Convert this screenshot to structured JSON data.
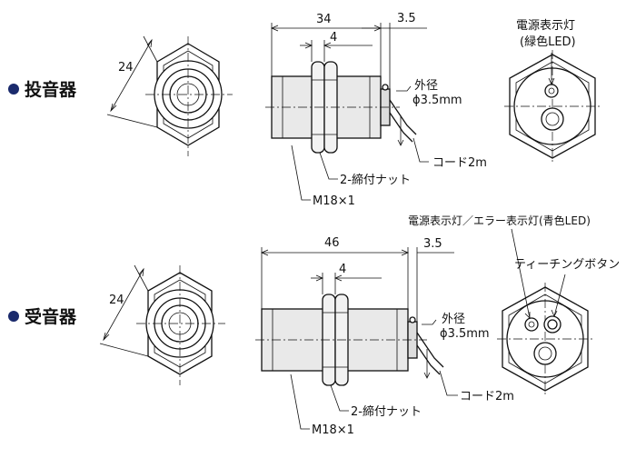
{
  "emitter": {
    "title": "投音器",
    "dim_hex": "24",
    "dim_length": "34",
    "dim_nut": "4",
    "dim_tail": "3.5",
    "cable_label_1": "外径",
    "cable_label_2": "ϕ3.5mm",
    "cord_label": "コード2m",
    "nut_label": "2-締付ナット",
    "thread_label": "M18×1",
    "led_label_1": "電源表示灯",
    "led_label_2": "(緑色LED)"
  },
  "receiver": {
    "title": "受音器",
    "dim_hex": "24",
    "dim_length": "46",
    "dim_nut": "4",
    "dim_tail": "3.5",
    "cable_label_1": "外径",
    "cable_label_2": "ϕ3.5mm",
    "cord_label": "コード2m",
    "nut_label": "2-締付ナット",
    "thread_label": "M18×1",
    "led_label": "電源表示灯／エラー表示灯(青色LED)",
    "teach_label": "ティーチングボタン"
  },
  "colors": {
    "bullet": "#1a2a6c"
  }
}
